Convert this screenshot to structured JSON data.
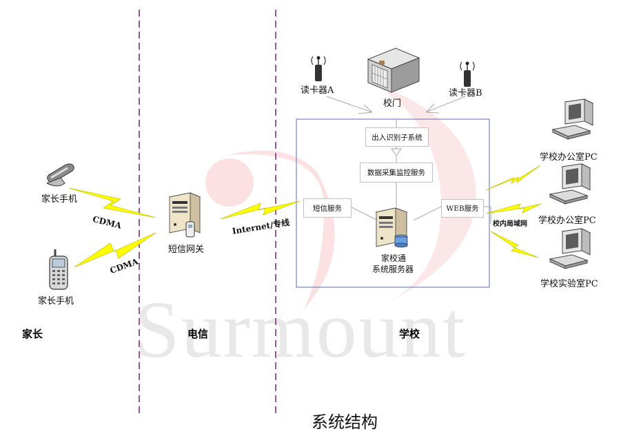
{
  "watermark": "Surmount",
  "caption": "系统结构",
  "zones": {
    "parent": "家长",
    "telecom": "电信",
    "school": "学校"
  },
  "left": {
    "phone_top_label": "家长手机",
    "phone_bottom_label": "家长手机",
    "link_top_label": "CDMA",
    "link_bottom_label": "CDMA"
  },
  "middle": {
    "gateway_label": "短信网关",
    "link_label": "Internet/专线"
  },
  "school": {
    "reader_a_label": "读卡器A",
    "gate_label": "校门",
    "reader_b_label": "读卡器B",
    "subsystem_box": "出入识别子系统",
    "monitor_box": "数据采集监控服务",
    "sms_box": "短信服务",
    "web_box": "WEB服务",
    "server_label_1": "家校通",
    "server_label_2": "系统服务器",
    "lan_label": "校内局域网"
  },
  "right": {
    "pc1_label": "学校办公室PC",
    "pc2_label": "学校办公室PC",
    "pc3_label": "学校实验室PC"
  },
  "colors": {
    "divider": "#a0509a",
    "frame": "#5a6cb8",
    "lightning": "#ffff00",
    "lightning_stroke": "#c8c800",
    "watermark_red": "#f2a0a0"
  }
}
